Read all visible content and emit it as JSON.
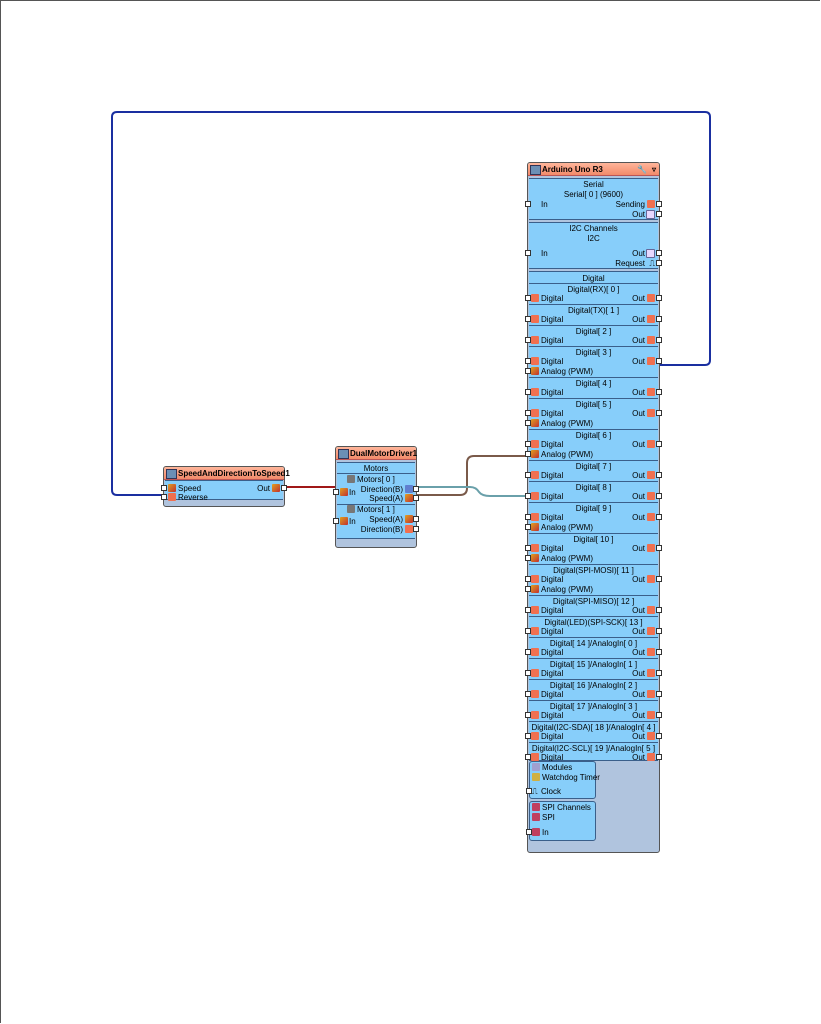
{
  "speed_comp": {
    "title": "SpeedAndDirectionToSpeed1",
    "in1": "Speed",
    "in2": "Reverse",
    "out": "Out"
  },
  "motor_comp": {
    "title": "DualMotorDriver1",
    "section": "Motors",
    "m0": "Motors[ 0 ]",
    "m1": "Motors[ 1 ]",
    "in": "In",
    "dirA": "Direction(B)",
    "speedA": "Speed(A)",
    "speedB": "Speed(A)",
    "dirB": "Direction(B)"
  },
  "arduino": {
    "title": "Arduino Uno R3",
    "serial": {
      "group": "Serial",
      "port": "Serial[ 0 ] (9600)",
      "in": "In",
      "sending": "Sending",
      "out": "Out"
    },
    "i2c": {
      "group": "I2C Channels",
      "port": "I2C",
      "in": "In",
      "out": "Out",
      "request": "Request"
    },
    "digital_group": "Digital",
    "digital": [
      {
        "name": "Digital(RX)[ 0 ]",
        "in": "Digital",
        "out": "Out",
        "pwm": ""
      },
      {
        "name": "Digital(TX)[ 1 ]",
        "in": "Digital",
        "out": "Out",
        "pwm": ""
      },
      {
        "name": "Digital[ 2 ]",
        "in": "Digital",
        "out": "Out",
        "pwm": ""
      },
      {
        "name": "Digital[ 3 ]",
        "in": "Digital",
        "out": "Out",
        "pwm": "Analog (PWM)"
      },
      {
        "name": "Digital[ 4 ]",
        "in": "Digital",
        "out": "Out",
        "pwm": ""
      },
      {
        "name": "Digital[ 5 ]",
        "in": "Digital",
        "out": "Out",
        "pwm": "Analog (PWM)"
      },
      {
        "name": "Digital[ 6 ]",
        "in": "Digital",
        "out": "Out",
        "pwm": "Analog (PWM)"
      },
      {
        "name": "Digital[ 7 ]",
        "in": "Digital",
        "out": "Out",
        "pwm": ""
      },
      {
        "name": "Digital[ 8 ]",
        "in": "Digital",
        "out": "Out",
        "pwm": ""
      },
      {
        "name": "Digital[ 9 ]",
        "in": "Digital",
        "out": "Out",
        "pwm": "Analog (PWM)"
      },
      {
        "name": "Digital[ 10 ]",
        "in": "Digital",
        "out": "Out",
        "pwm": "Analog (PWM)"
      },
      {
        "name": "Digital(SPI-MOSI)[ 11 ]",
        "in": "Digital",
        "out": "Out",
        "pwm": "Analog (PWM)"
      },
      {
        "name": "Digital(SPI-MISO)[ 12 ]",
        "in": "Digital",
        "out": "Out",
        "pwm": ""
      },
      {
        "name": "Digital(LED)(SPI-SCK)[ 13 ]",
        "in": "Digital",
        "out": "Out",
        "pwm": ""
      },
      {
        "name": "Digital[ 14 ]/AnalogIn[ 0 ]",
        "in": "Digital",
        "out": "Out",
        "pwm": ""
      },
      {
        "name": "Digital[ 15 ]/AnalogIn[ 1 ]",
        "in": "Digital",
        "out": "Out",
        "pwm": ""
      },
      {
        "name": "Digital[ 16 ]/AnalogIn[ 2 ]",
        "in": "Digital",
        "out": "Out",
        "pwm": ""
      },
      {
        "name": "Digital[ 17 ]/AnalogIn[ 3 ]",
        "in": "Digital",
        "out": "Out",
        "pwm": ""
      },
      {
        "name": "Digital(I2C-SDA)[ 18 ]/AnalogIn[ 4 ]",
        "in": "Digital",
        "out": "Out",
        "pwm": ""
      },
      {
        "name": "Digital(I2C-SCL)[ 19 ]/AnalogIn[ 5 ]",
        "in": "Digital",
        "out": "Out",
        "pwm": ""
      }
    ],
    "modules": {
      "group": "Modules",
      "watchdog": "Watchdog Timer",
      "clock": "Clock"
    },
    "spi": {
      "group": "SPI Channels",
      "port": "SPI",
      "in": "In"
    }
  },
  "colors": {
    "wire_blue": "#1a2fa0",
    "wire_red": "#a01818",
    "wire_brown": "#7a5a4a",
    "wire_teal": "#6aa0aa",
    "title_bar": "#f28a6a",
    "section_bg": "#87cefa",
    "comp_bg": "#b0c4de"
  }
}
